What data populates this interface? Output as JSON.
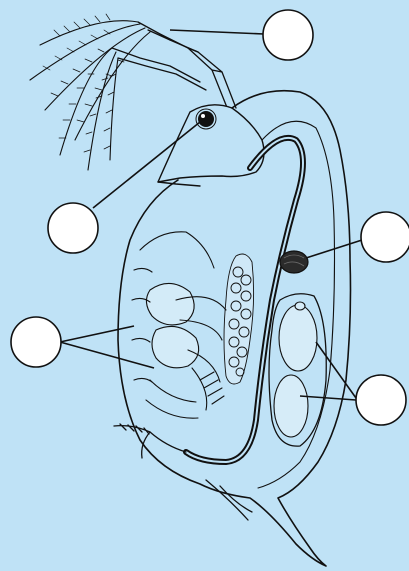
{
  "diagram": {
    "subject-icon": "daphnia-water-flea-illustration",
    "background_color": "#bfe2f6",
    "label_boxes": [
      {
        "id": "label-antenna",
        "text": ""
      },
      {
        "id": "label-eye",
        "text": ""
      },
      {
        "id": "label-heart",
        "text": ""
      },
      {
        "id": "label-legs",
        "text": ""
      },
      {
        "id": "label-eggs",
        "text": ""
      }
    ]
  }
}
